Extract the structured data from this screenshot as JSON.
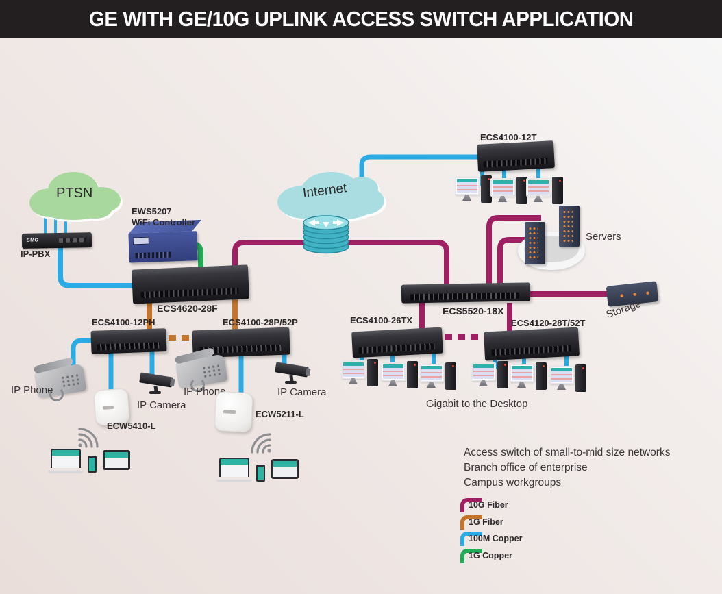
{
  "title": {
    "text": "GE WITH GE/10G UPLINK ACCESS SWITCH APPLICATION"
  },
  "clouds": {
    "ptsn": {
      "label": "PTSN"
    },
    "internet": {
      "label": "Internet"
    }
  },
  "devices": {
    "ip_pbx": {
      "label": "IP-PBX",
      "brand": "SMC"
    },
    "ews5207": {
      "name": "EWS5207",
      "sub": "WiFi Controller"
    },
    "ecs4620_28f": {
      "label": "ECS4620-28F"
    },
    "ecs4100_12t": {
      "label": "ECS4100-12T"
    },
    "ecs4100_12ph": {
      "label": "ECS4100-12PH"
    },
    "ecs4100_28p_52p": {
      "label": "ECS4100-28P/52P"
    },
    "ecs4100_26tx": {
      "label": "ECS4100-26TX"
    },
    "ecs5520_18x": {
      "label": "ECS5520-18X"
    },
    "ecs4120_28t_52t": {
      "label": "ECS4120-28T/52T"
    },
    "ecw5410_l": {
      "label": "ECW5410-L"
    },
    "ecw5211_l": {
      "label": "ECW5211-L"
    },
    "servers": {
      "label": "Servers"
    },
    "storage": {
      "label": "Storage"
    }
  },
  "annotations": {
    "ip_phone_left": "IP Phone",
    "ip_camera_left": "IP Camera",
    "ip_phone_right": "IP Phone",
    "ip_camera_right": "IP Camera",
    "gigabit_desktop": "Gigabit to the Desktop",
    "description_lines": [
      "Access switch of  small-to-mid size networks",
      "Branch office of enterprise",
      "Campus workgroups"
    ]
  },
  "legend": {
    "items": [
      {
        "label": "10G Fiber",
        "color": "#9E2063"
      },
      {
        "label": "1G Fiber",
        "color": "#C2752B"
      },
      {
        "label": "100M Copper",
        "color": "#2AABE3"
      },
      {
        "label": "1G Copper",
        "color": "#22AB56"
      }
    ]
  },
  "colors": {
    "title_bar": "#231F20",
    "background": "#EFE8E5",
    "fiber_10g": "#9E2063",
    "fiber_1g": "#C2752B",
    "copper_100m": "#2AABE3",
    "copper_1g": "#22AB56"
  }
}
